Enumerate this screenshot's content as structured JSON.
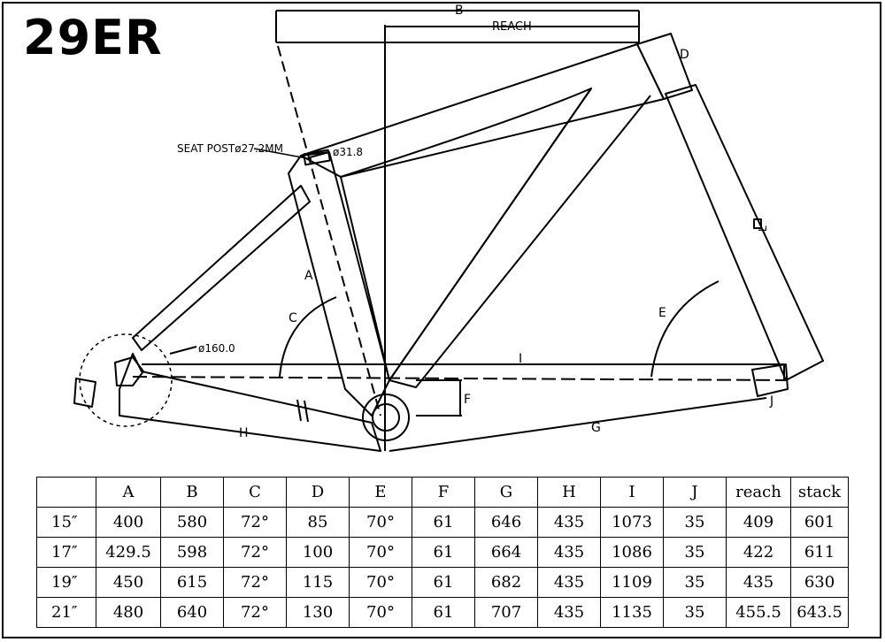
{
  "title": "29ER",
  "labels": {
    "B": "B",
    "reach": "REACH",
    "D": "D",
    "seat_post": "SEAT POSTø27.2MM",
    "seat_clamp": "ø31.8",
    "A": "A",
    "C": "C",
    "E": "E",
    "L": "L",
    "I": "I",
    "F": "F",
    "G": "G",
    "H": "H",
    "J": "J",
    "rotor": "ø160.0"
  },
  "table": {
    "headers": [
      "",
      "A",
      "B",
      "C",
      "D",
      "E",
      "F",
      "G",
      "H",
      "I",
      "J",
      "reach",
      "stack"
    ],
    "rows": [
      [
        "15″",
        "400",
        "580",
        "72°",
        "85",
        "70°",
        "61",
        "646",
        "435",
        "1073",
        "35",
        "409",
        "601"
      ],
      [
        "17″",
        "429.5",
        "598",
        "72°",
        "100",
        "70°",
        "61",
        "664",
        "435",
        "1086",
        "35",
        "422",
        "611"
      ],
      [
        "19″",
        "450",
        "615",
        "72°",
        "115",
        "70°",
        "61",
        "682",
        "435",
        "1109",
        "35",
        "435",
        "630"
      ],
      [
        "21″",
        "480",
        "640",
        "72°",
        "130",
        "70°",
        "61",
        "707",
        "435",
        "1135",
        "35",
        "455.5",
        "643.5"
      ]
    ]
  }
}
